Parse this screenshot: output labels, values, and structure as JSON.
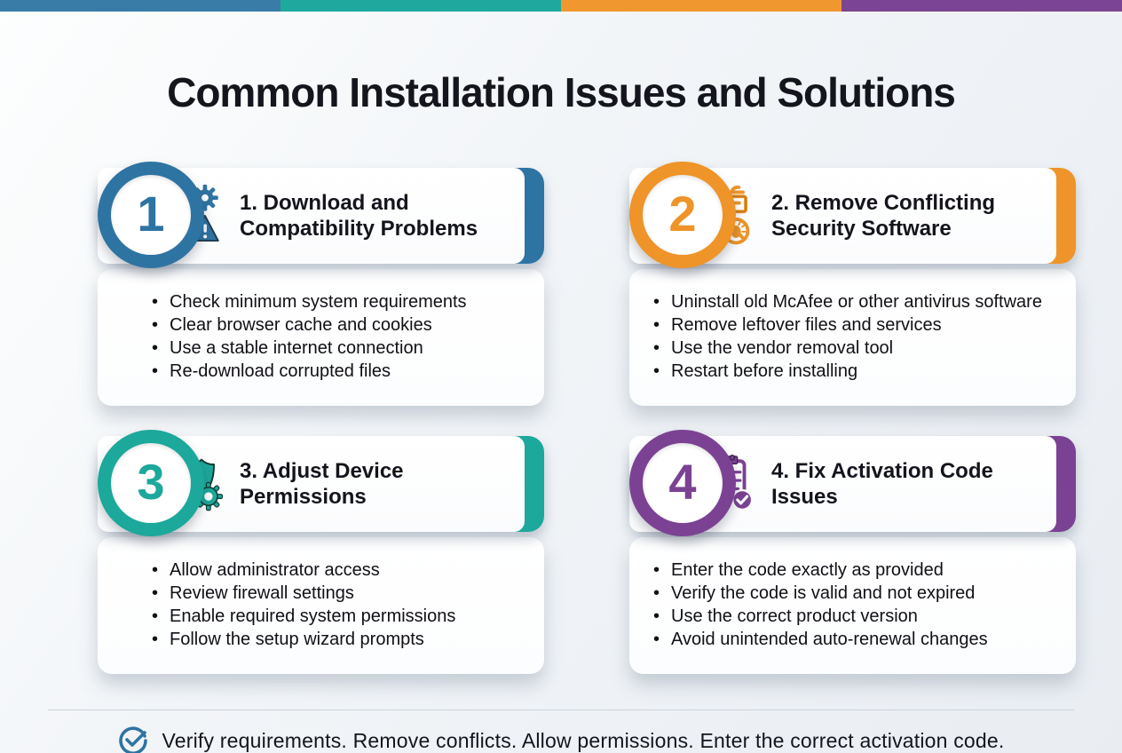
{
  "top_bar": {
    "colors": [
      "#3a7ca8",
      "#1fa99e",
      "#f0982f",
      "#7c4494"
    ]
  },
  "title": "Common Installation Issues and Solutions",
  "cards": [
    {
      "number": "1",
      "color": "#2e74a3",
      "icon": "download-compatibility-icon",
      "title": "1. Download and Compatibility Problems",
      "bullets": [
        "Check minimum system requirements",
        "Clear browser cache and cookies",
        "Use a stable internet connection",
        "Re-download corrupted files"
      ]
    },
    {
      "number": "2",
      "color": "#ee9428",
      "icon": "remove-security-software-icon",
      "title": "2. Remove Conflicting Security Software",
      "bullets": [
        "Uninstall old McAfee or other antivirus software",
        "Remove leftover files and services",
        "Use the vendor removal tool",
        "Restart before installing"
      ]
    },
    {
      "number": "3",
      "color": "#1ca89a",
      "icon": "device-permissions-icon",
      "title": "3. Adjust Device Permissions",
      "bullets": [
        "Allow administrator access",
        "Review firewall settings",
        "Enable required system permissions",
        "Follow the setup wizard prompts"
      ]
    },
    {
      "number": "4",
      "color": "#7b4293",
      "icon": "activation-code-icon",
      "title": "4. Fix Activation Code Issues",
      "bullets": [
        "Enter the code exactly as provided",
        "Verify the code is valid and not expired",
        "Use the correct product version",
        "Avoid unintended auto-renewal changes"
      ]
    }
  ],
  "footer": {
    "check_color": "#2e74a3",
    "text": "Verify requirements. Remove conflicts. Allow permissions. Enter the correct activation code."
  }
}
